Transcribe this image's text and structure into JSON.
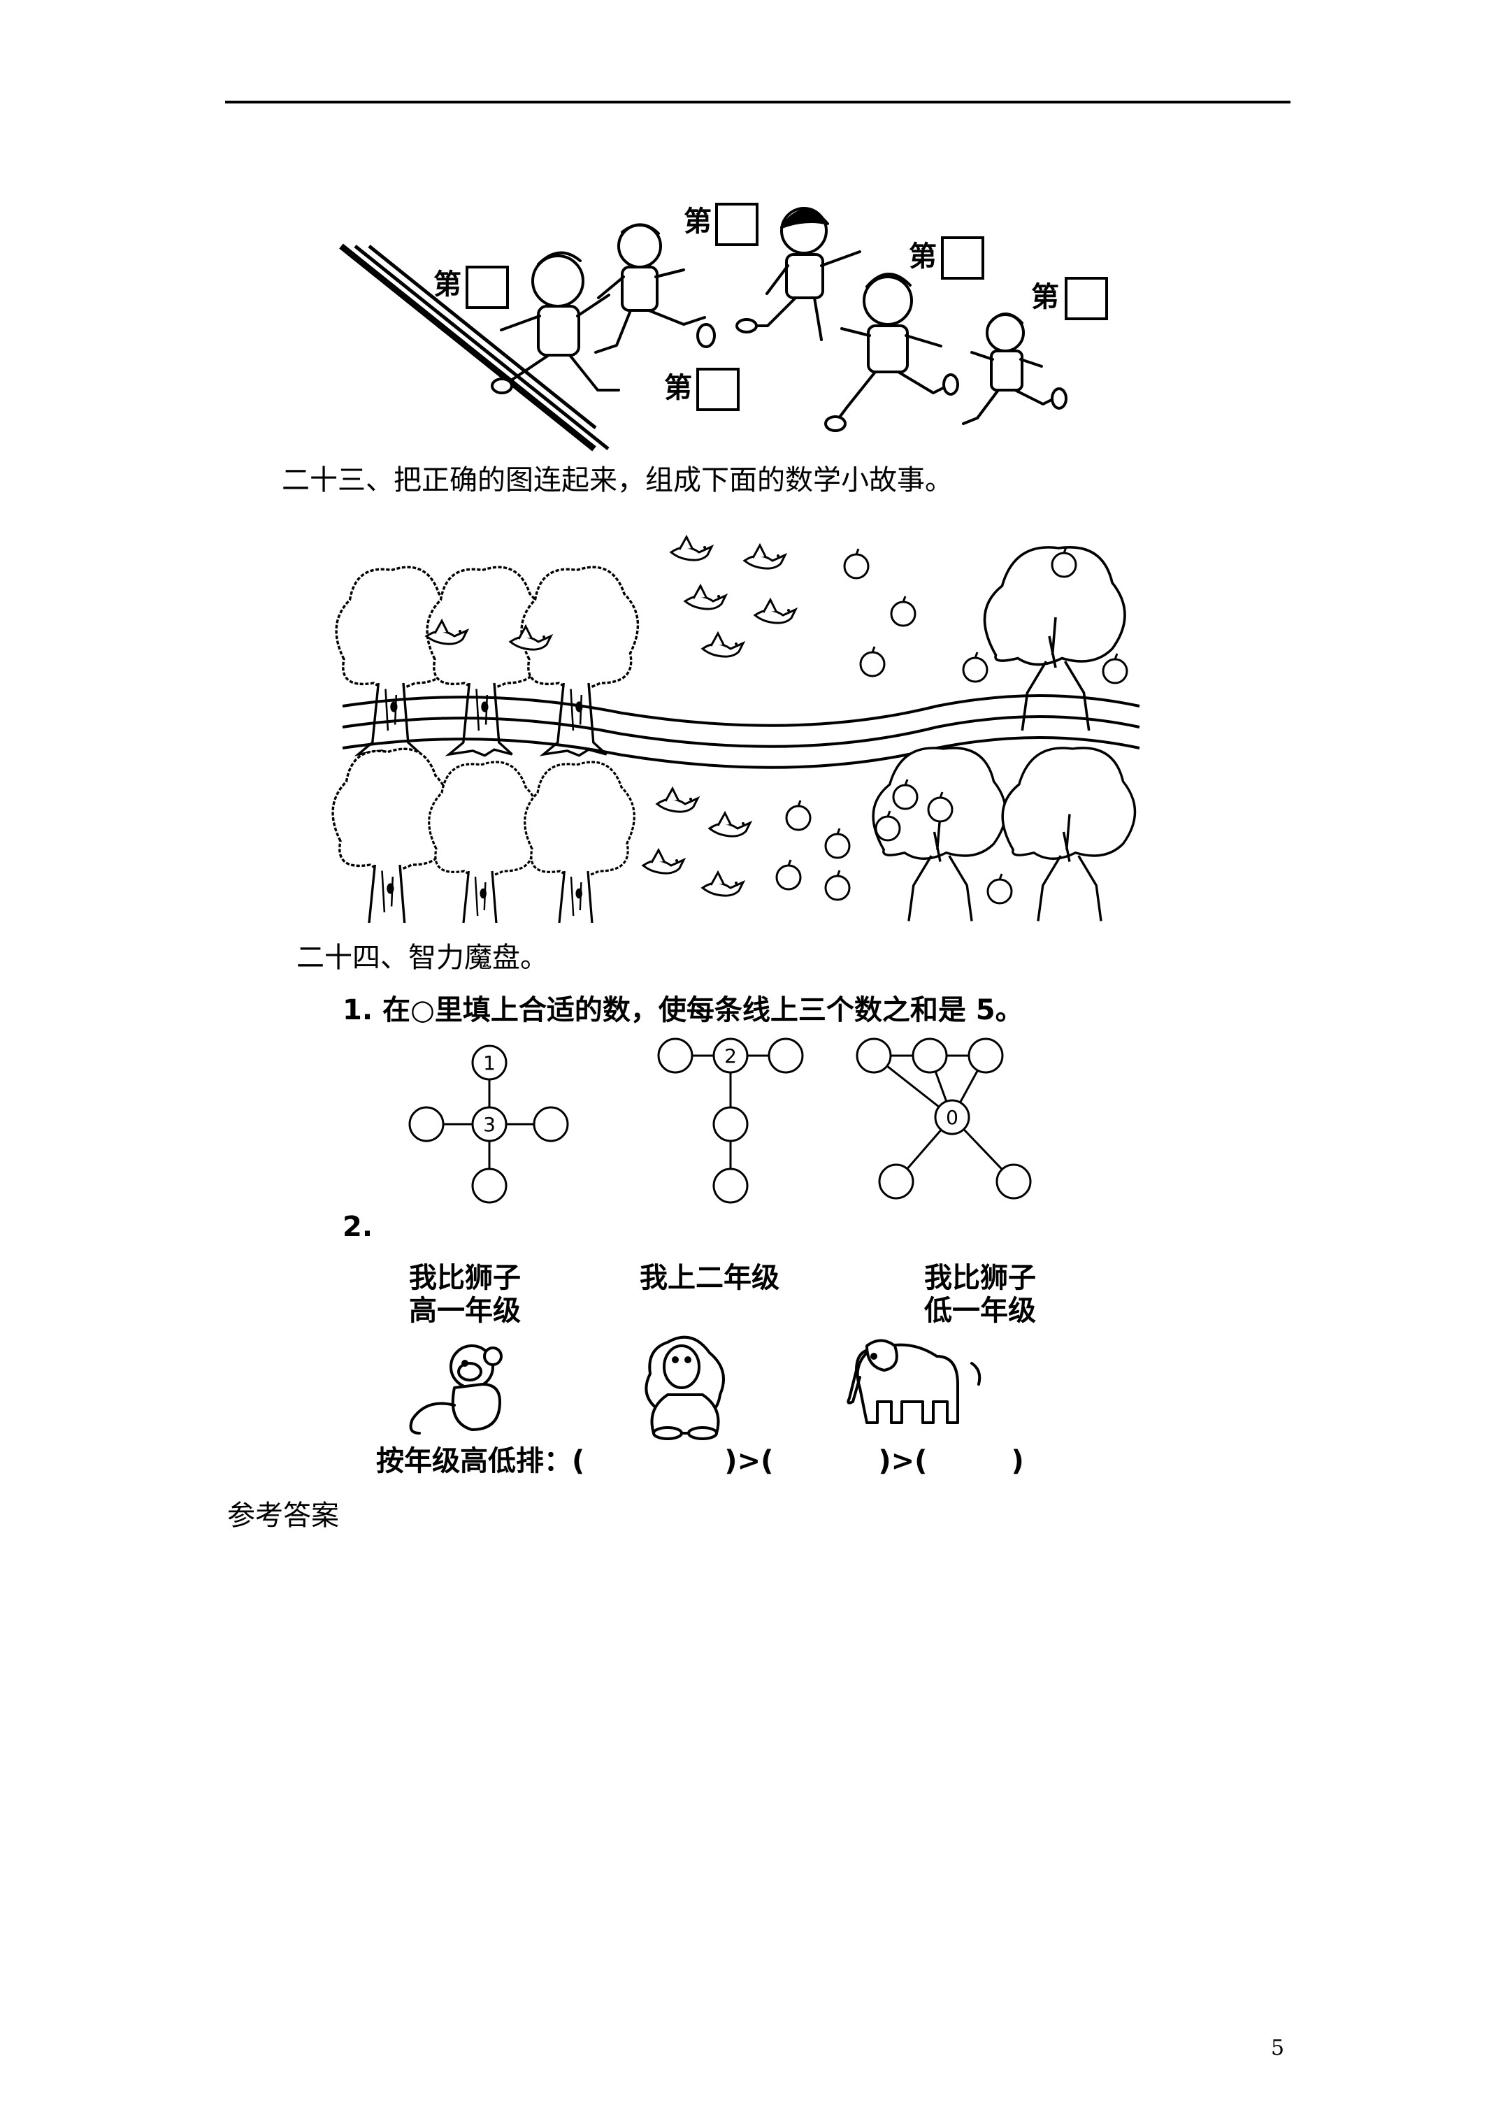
{
  "race": {
    "label": "第",
    "runners": 5
  },
  "q23": {
    "heading": "二十三、把正确的图连起来，组成下面的数学小故事。"
  },
  "q24": {
    "heading": "二十四、智力魔盘。",
    "item1": {
      "number": "1.",
      "text": "在○里填上合适的数，使每条线上三个数之和是 5。",
      "disc1": {
        "top": "1",
        "center": "3"
      },
      "disc2": {
        "center": "2"
      },
      "disc3": {
        "center": "0"
      }
    },
    "item2": {
      "number": "2.",
      "monkey_line1": "我比狮子",
      "monkey_line2": "高一年级",
      "lion_line1": "我上二年级",
      "elephant_line1": "我比狮子",
      "elephant_line2": "低一年级",
      "order_label": "按年级高低排：",
      "paren_open": "(",
      "paren_close": ")",
      "greater": ">"
    }
  },
  "answers": {
    "heading": "参考答案"
  },
  "page_number": "5"
}
